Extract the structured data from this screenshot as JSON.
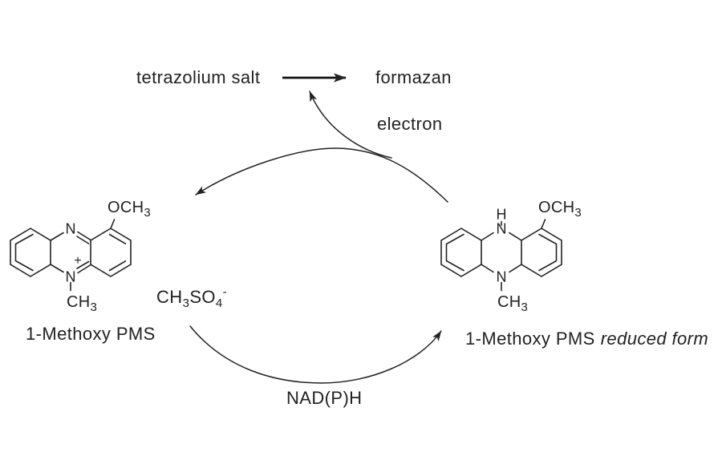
{
  "figure": {
    "background": "#ffffff",
    "ink": "#222222"
  },
  "top_reaction": {
    "substrate": "tetrazolium salt",
    "product": "formazan",
    "electron": "electron"
  },
  "cycle": {
    "counterion": {
      "part1": "CH",
      "sub1": "3",
      "part2": "SO",
      "sub2": "4",
      "charge": "-"
    },
    "reductant": "NAD(P)H"
  },
  "oxidized": {
    "label": "1-Methoxy PMS",
    "atoms": {
      "n_top": "N",
      "charge": "+",
      "n_bottom": "N"
    },
    "groups": {
      "methoxy": "OCH",
      "methoxy_sub": "3",
      "methyl": "CH",
      "methyl_sub": "3"
    }
  },
  "reduced": {
    "label": "1-Methoxy PMS",
    "label_italic": "reduced form",
    "atoms": {
      "h_top": "H",
      "n_top": "N",
      "n_bottom": "N"
    },
    "groups": {
      "methoxy": "OCH",
      "methoxy_sub": "3",
      "methyl": "CH",
      "methyl_sub": "3"
    }
  }
}
